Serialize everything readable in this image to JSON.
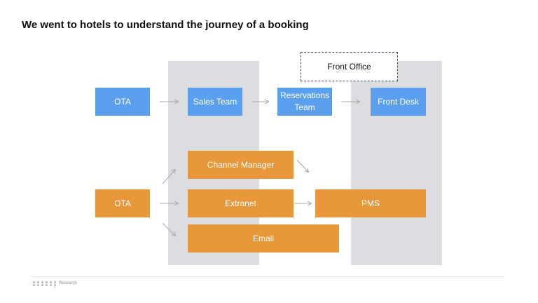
{
  "title": "We went to hotels to understand the journey of a booking",
  "front_office_label": "Front Office",
  "top_row": {
    "ota": "OTA",
    "sales_team": "Sales Team",
    "reservations_team_line1": "Reservations",
    "reservations_team_line2": "Team",
    "front_desk": "Front Desk"
  },
  "bottom_row": {
    "ota": "OTA",
    "channel_manager": "Channel Manager",
    "extranet": "Extranet",
    "email": "Email",
    "pms": "PMS"
  },
  "footer": {
    "section_label": "Research"
  },
  "colors": {
    "blue": "#5aa0ee",
    "orange": "#e8973a",
    "column_gray": "#dcdde0",
    "arrow": "#a9a9a9"
  }
}
